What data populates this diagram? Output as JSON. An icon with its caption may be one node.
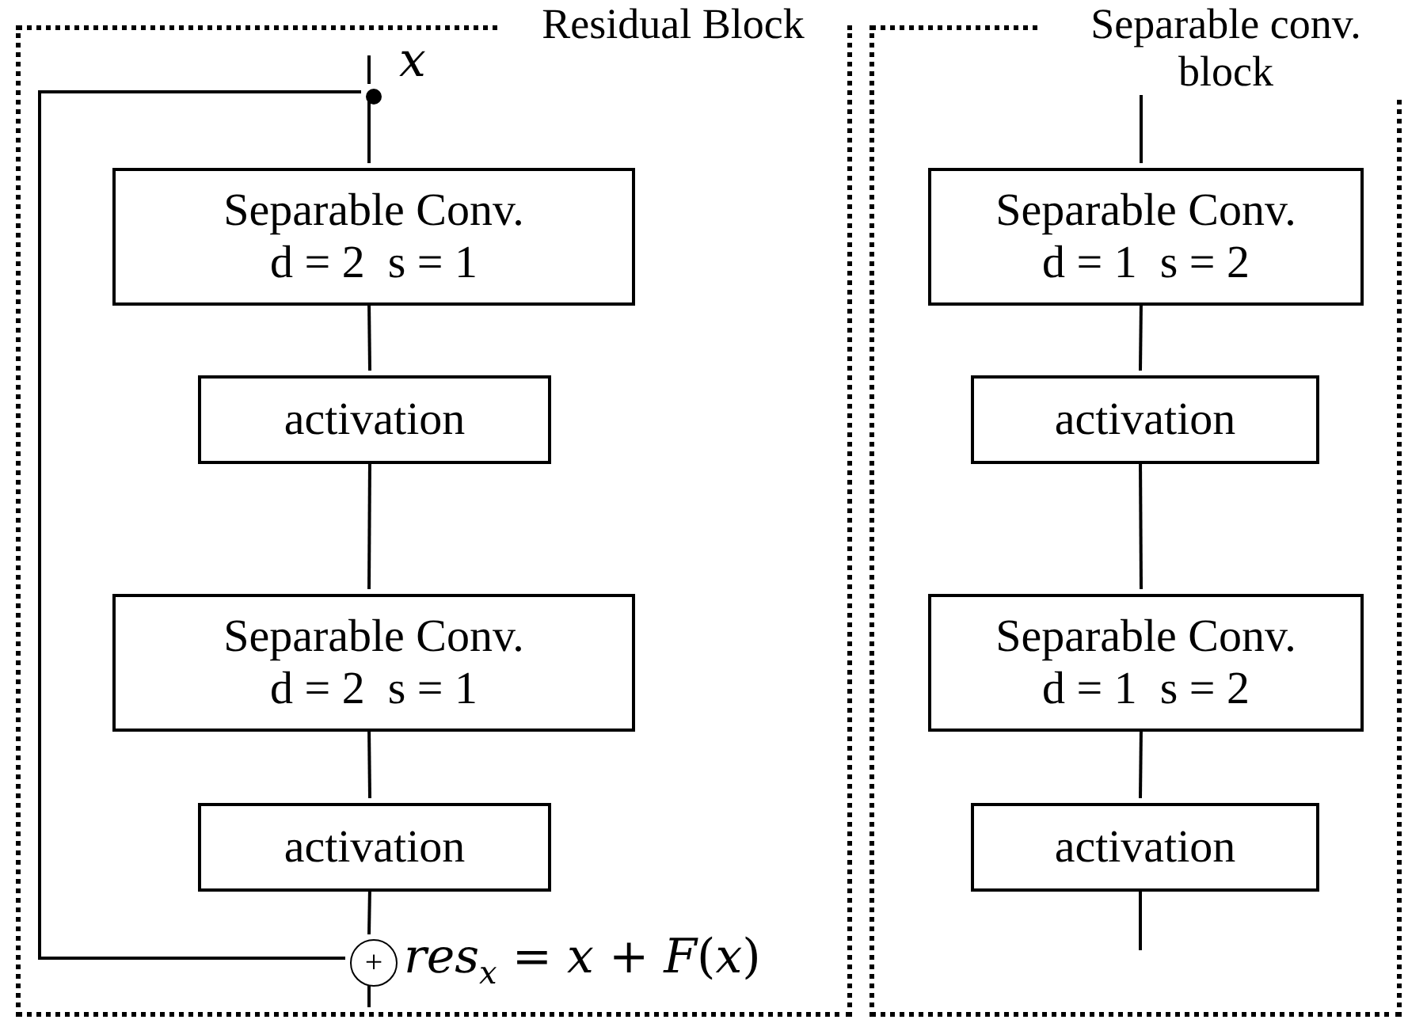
{
  "diagram": {
    "nodes": [
      {
        "text": [
          "Residual Block"
        ]
      },
      {
        "text": [
          "Separable conv. block"
        ]
      },
      {
        "text": [],
        "shape": "circle",
        "in": 0,
        "beside": [
          "*x*"
        ]
      },
      {
        "text": [
          "Separable Conv.",
          "d = 2  s = 1"
        ],
        "in": 0
      },
      {
        "text": [
          "activation"
        ],
        "in": 0
      },
      {
        "text": [
          "Separable Conv.",
          "d = 2  s = 1"
        ],
        "in": 0
      },
      {
        "text": [
          "activation"
        ],
        "in": 0
      },
      {
        "text": [
          "+"
        ],
        "in": 0,
        "beside": [
          "*res*$_{x}$ = *x* + *F*(*x*)"
        ]
      },
      {
        "text": [
          "Separable Conv.",
          "d = 1  s = 2"
        ],
        "in": 1
      },
      {
        "text": [
          "activation"
        ],
        "in": 1
      },
      {
        "text": [
          "Separable Conv.",
          "d = 1  s = 2"
        ],
        "in": 1
      },
      {
        "text": [
          "activation"
        ],
        "in": 1
      }
    ],
    "edges": [
      {
        "from": null,
        "to": 2,
        "arrow": "none"
      },
      {
        "from": 2,
        "to": 3,
        "arrow": "none"
      },
      {
        "from": 3,
        "to": 4,
        "arrow": "none"
      },
      {
        "from": 4,
        "to": 5,
        "arrow": "none"
      },
      {
        "from": 5,
        "to": 6,
        "arrow": "none"
      },
      {
        "from": 6,
        "to": 7,
        "arrow": "none"
      },
      {
        "from": 2,
        "to": 7,
        "arrow": "none"
      },
      {
        "from": 7,
        "to": null,
        "arrow": "none"
      },
      {
        "from": null,
        "to": 8,
        "arrow": "none"
      },
      {
        "from": 8,
        "to": 9,
        "arrow": "none"
      },
      {
        "from": 9,
        "to": 10,
        "arrow": "none"
      },
      {
        "from": 10,
        "to": 11,
        "arrow": "none"
      },
      {
        "from": 11,
        "to": null,
        "arrow": "none"
      }
    ]
  }
}
